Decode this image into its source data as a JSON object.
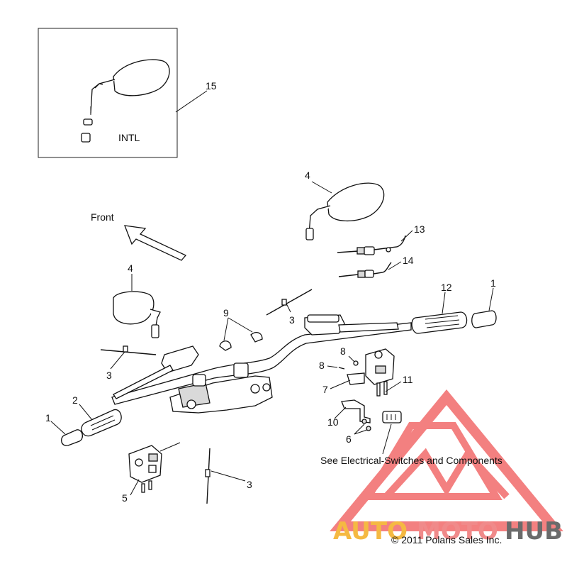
{
  "inset": {
    "label": "INTL",
    "callout": "15"
  },
  "direction": {
    "label": "Front"
  },
  "callouts": {
    "c1_right": "1",
    "c1_left": "1",
    "c2": "2",
    "c3_left": "3",
    "c3_top": "3",
    "c3_bottom": "3",
    "c4_top": "4",
    "c4_left": "4",
    "c5": "5",
    "c6": "6",
    "c7": "7",
    "c8_top": "8",
    "c8_mid": "8",
    "c9": "9",
    "c10": "10",
    "c11": "11",
    "c12": "12",
    "c13": "13",
    "c14": "14"
  },
  "note": "See Electrical-Switches and Components",
  "copyright": "© 2011 Polaris Sales Inc.",
  "watermark": {
    "part1": "AUTO",
    "part2": "MOTO",
    "part3": "HUB",
    "color_auto": "#f5b942",
    "color_moto": "#f08a8a",
    "color_hub": "#6b6b6b",
    "logo_color": "#f26b6b"
  }
}
